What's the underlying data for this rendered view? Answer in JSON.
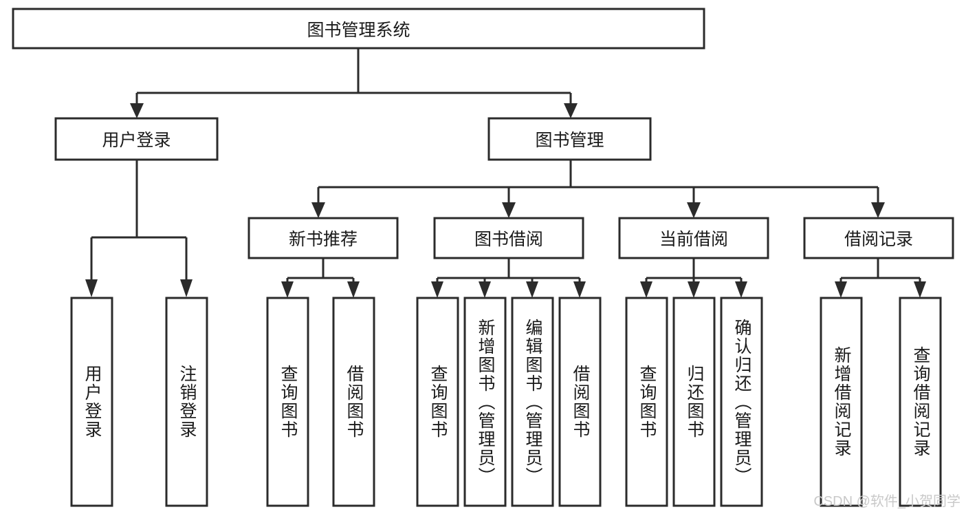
{
  "diagram": {
    "type": "tree-hierarchy",
    "title": "图书管理系统",
    "orientation": "top-down",
    "watermark": "CSDN @软件_小贺同学",
    "colors": {
      "box_stroke": "#2b2b2b",
      "box_fill": "#ffffff",
      "text": "#1a1a1a",
      "background": "#ffffff",
      "watermark": "#c9c9c9"
    },
    "levels": [
      {
        "level": 1,
        "nodes": [
          {
            "id": "root",
            "label": "图书管理系统",
            "orient": "horizontal"
          }
        ]
      },
      {
        "level": 2,
        "nodes": [
          {
            "id": "user-login",
            "label": "用户登录",
            "orient": "horizontal",
            "parent": "root"
          },
          {
            "id": "book-manage",
            "label": "图书管理",
            "orient": "horizontal",
            "parent": "root"
          }
        ]
      },
      {
        "level": 3,
        "nodes": [
          {
            "id": "new-book-rec",
            "label": "新书推荐",
            "orient": "horizontal",
            "parent": "book-manage"
          },
          {
            "id": "book-borrow",
            "label": "图书借阅",
            "orient": "horizontal",
            "parent": "book-manage"
          },
          {
            "id": "current-borrow",
            "label": "当前借阅",
            "orient": "horizontal",
            "parent": "book-manage"
          },
          {
            "id": "borrow-record",
            "label": "借阅记录",
            "orient": "horizontal",
            "parent": "book-manage"
          }
        ]
      },
      {
        "level": 4,
        "nodes": [
          {
            "id": "leaf-1",
            "label": "用户登录",
            "orient": "vertical",
            "parent": "user-login"
          },
          {
            "id": "leaf-2",
            "label": "注销登录",
            "orient": "vertical",
            "parent": "user-login"
          },
          {
            "id": "leaf-3",
            "label": "查询图书",
            "orient": "vertical",
            "parent": "new-book-rec"
          },
          {
            "id": "leaf-4",
            "label": "借阅图书",
            "orient": "vertical",
            "parent": "new-book-rec"
          },
          {
            "id": "leaf-5",
            "label": "查询图书",
            "orient": "vertical",
            "parent": "book-borrow"
          },
          {
            "id": "leaf-6",
            "label": "新增图书（管理员）",
            "orient": "vertical",
            "parent": "book-borrow"
          },
          {
            "id": "leaf-7",
            "label": "编辑图书（管理员）",
            "orient": "vertical",
            "parent": "book-borrow"
          },
          {
            "id": "leaf-8",
            "label": "借阅图书",
            "orient": "vertical",
            "parent": "book-borrow"
          },
          {
            "id": "leaf-9",
            "label": "查询图书",
            "orient": "vertical",
            "parent": "current-borrow"
          },
          {
            "id": "leaf-10",
            "label": "归还图书",
            "orient": "vertical",
            "parent": "current-borrow"
          },
          {
            "id": "leaf-11",
            "label": "确认归还（管理员）",
            "orient": "vertical",
            "parent": "current-borrow"
          },
          {
            "id": "leaf-12",
            "label": "新增借阅记录",
            "orient": "vertical",
            "parent": "borrow-record"
          },
          {
            "id": "leaf-13",
            "label": "查询借阅记录",
            "orient": "vertical",
            "parent": "borrow-record"
          }
        ]
      }
    ]
  }
}
